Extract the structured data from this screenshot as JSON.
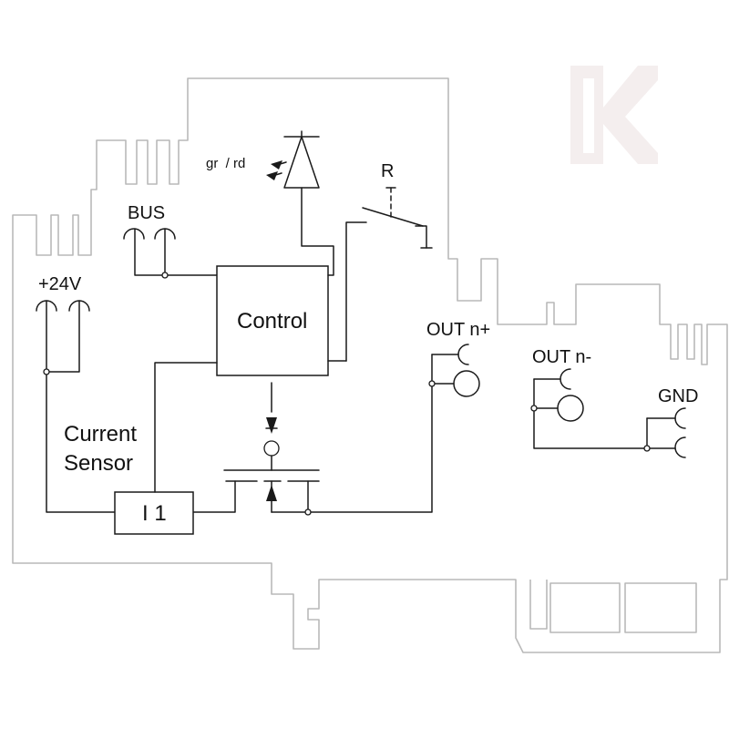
{
  "watermark": {
    "icon": "k-logo-icon",
    "color": "#f4eeee"
  },
  "colors": {
    "outline": "#b9b9b9",
    "wire": "#1a1a1a"
  },
  "labels": {
    "bus": "BUS",
    "supply": "+24V",
    "led": "gr  / rd",
    "relay": "R",
    "control": "Control",
    "out_pos": "OUT n+",
    "out_neg": "OUT n-",
    "gnd": "GND",
    "current_sensor_line1": "Current",
    "current_sensor_line2": "Sensor",
    "sensor_box": "I 1"
  }
}
